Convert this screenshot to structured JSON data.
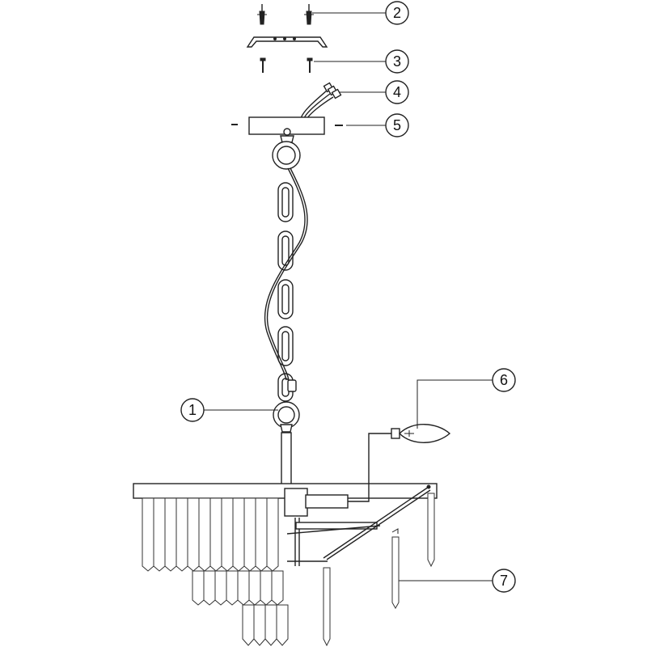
{
  "diagram": {
    "colors": {
      "line": "#222222",
      "background": "#ffffff"
    },
    "callouts": [
      {
        "id": "callout-1",
        "label": "1",
        "part": "chain-ring"
      },
      {
        "id": "callout-2",
        "label": "2",
        "part": "wall-anchor"
      },
      {
        "id": "callout-3",
        "label": "3",
        "part": "mounting-screw"
      },
      {
        "id": "callout-4",
        "label": "4",
        "part": "wire-connector"
      },
      {
        "id": "callout-5",
        "label": "5",
        "part": "canopy-screw"
      },
      {
        "id": "callout-6",
        "label": "6",
        "part": "candle-bulb"
      },
      {
        "id": "callout-7",
        "label": "7",
        "part": "crystal-prism"
      }
    ]
  }
}
